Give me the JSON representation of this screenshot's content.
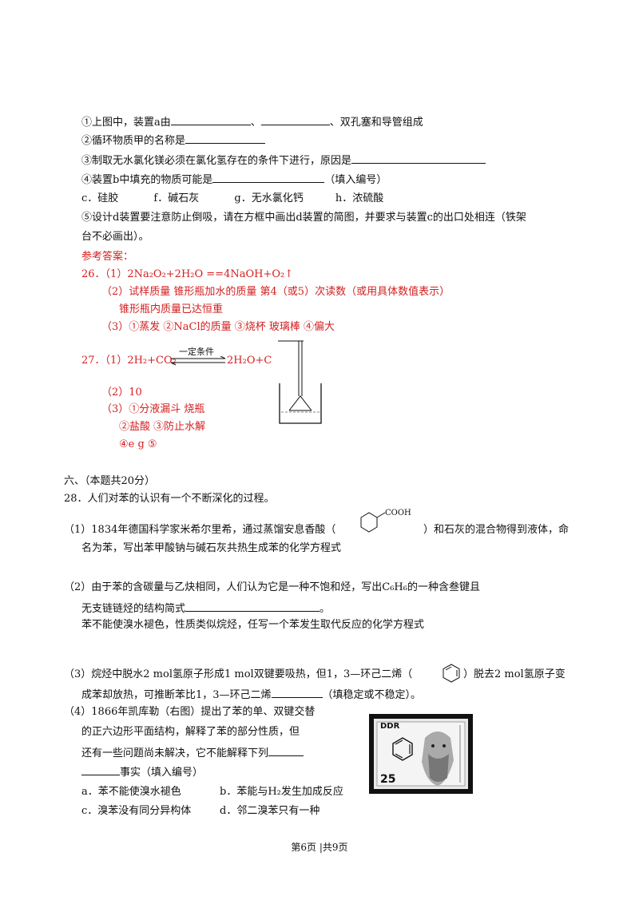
{
  "q_prev": {
    "l1a": "①上图中，装置a由",
    "l1b": "、",
    "l1c": "、双孔塞和导管组成",
    "l2": "②循环物质甲的名称是",
    "l3": "③制取无水氯化镁必须在氯化氢存在的条件下进行，原因是",
    "l4a": "④装置b中填充的物质可能是",
    "l4b": "（填入编号）",
    "opts": [
      "c．硅胶",
      "f．碱石灰",
      "g．无水氯化钙",
      "h．浓硫酸"
    ],
    "l5a": "⑤设计d装置要注意防止倒吸，请在方框中画出d装置的简图，并要求与装置c的出口处相连（铁架",
    "l5b": "台不必画出）。"
  },
  "answers": {
    "heading": "参考答案：",
    "a26_1": "26．（1）2Na₂O₂+2H₂O ==4NaOH+O₂↑",
    "a26_2": "（2）试样质量  锥形瓶加水的质量  第4（或5）次读数（或用具体数值表示）",
    "a26_2b": "锥形瓶内质量已达恒重",
    "a26_3": "（3）①蒸发  ②NaCl的质量  ③烧杯  玻璃棒  ④偏大",
    "a27_1a": "27．（1）2H₂+CO₂",
    "a27_cond": "一定条件",
    "a27_1b": "2H₂O+C",
    "a27_2": "（2）10",
    "a27_3": "（3）①分液漏斗  烧瓶",
    "a27_3b": "②盐酸  ③防止水解",
    "a27_3c": "④e  g  ⑤"
  },
  "section6": {
    "title": "六、（本题共20分）",
    "q28": "28．人们对苯的认识有一个不断深化的过程。",
    "p1a": "（1）1834年德国科学家米希尔里希，通过蒸馏安息香酸（",
    "p1_cooh": "COOH",
    "p1b": "）和石灰的混合物得到液体，命",
    "p1c": "名为苯，写出苯甲酸钠与碱石灰共热生成苯的化学方程式",
    "p2a": "（2）由于苯的含碳量与乙炔相同，人们认为它是一种不饱和烃，写出C₆H₆的一种含叁键且",
    "p2b": "无支链链烃的结构简式",
    "p2b_end": "。",
    "p2c": "苯不能使溴水褪色，性质类似烷烃，任写一个苯发生取代反应的化学方程式",
    "p3a": "（3）烷烃中脱水2 mol氢原子形成1 mol双键要吸热，但1，3—环己二烯（",
    "p3a2": "）脱去2 mol氢原子变",
    "p3b": "成苯却放热，可推断苯比1，3—环己二烯",
    "p3b_end": "（填稳定或不稳定）。",
    "p4a": "（4）1866年凯库勒（右图）提出了苯的单、双键交替",
    "p4b": "的正六边形平面结构，解释了苯的部分性质，但",
    "p4c": "还有一些问题尚未解决，它不能解释下列",
    "p4d": "事实（填入编号）",
    "opt_a": "a．苯不能使溴水褪色",
    "opt_b": "b．苯能与H₂发生加成反应",
    "opt_c": "c．溴苯没有同分异构体",
    "opt_d": "d．邻二溴苯只有一种",
    "stamp_text": "DDR",
    "stamp_value": "25"
  },
  "footer": "第6页  |共9页"
}
